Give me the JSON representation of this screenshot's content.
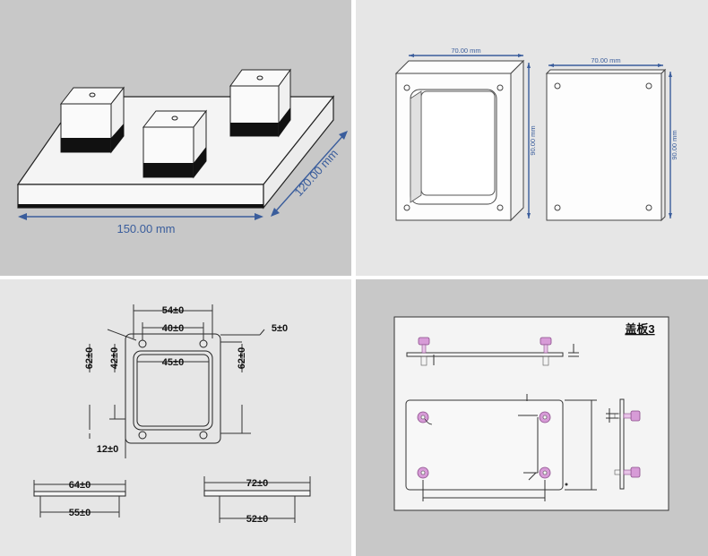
{
  "panel1": {
    "width_label": "150.00 mm",
    "depth_label": "120.00 mm"
  },
  "panel2": {
    "frame_width_label": "70.00 mm",
    "frame_height_label": "90.00 mm",
    "plate_width_label": "70.00 mm",
    "plate_height_label": "90.00 mm"
  },
  "panel3": {
    "dim_54": "54±0",
    "dim_40": "40±0",
    "dim_5": "5±0",
    "dim_45": "45±0",
    "dim_62_left": "62±0",
    "dim_42": "42±0",
    "dim_62_right": "62±0",
    "dim_12": "12±0",
    "dim_64": "64±0",
    "dim_55": "55±0",
    "dim_72": "72±0",
    "dim_52": "52±0"
  },
  "panel4": {
    "title": "盖板3"
  },
  "colors": {
    "dim_blue": "#3a5d9c",
    "pin_pink": "#d79bd7",
    "panel_dark": "#c8c8c8",
    "panel_light": "#e6e6e6"
  }
}
